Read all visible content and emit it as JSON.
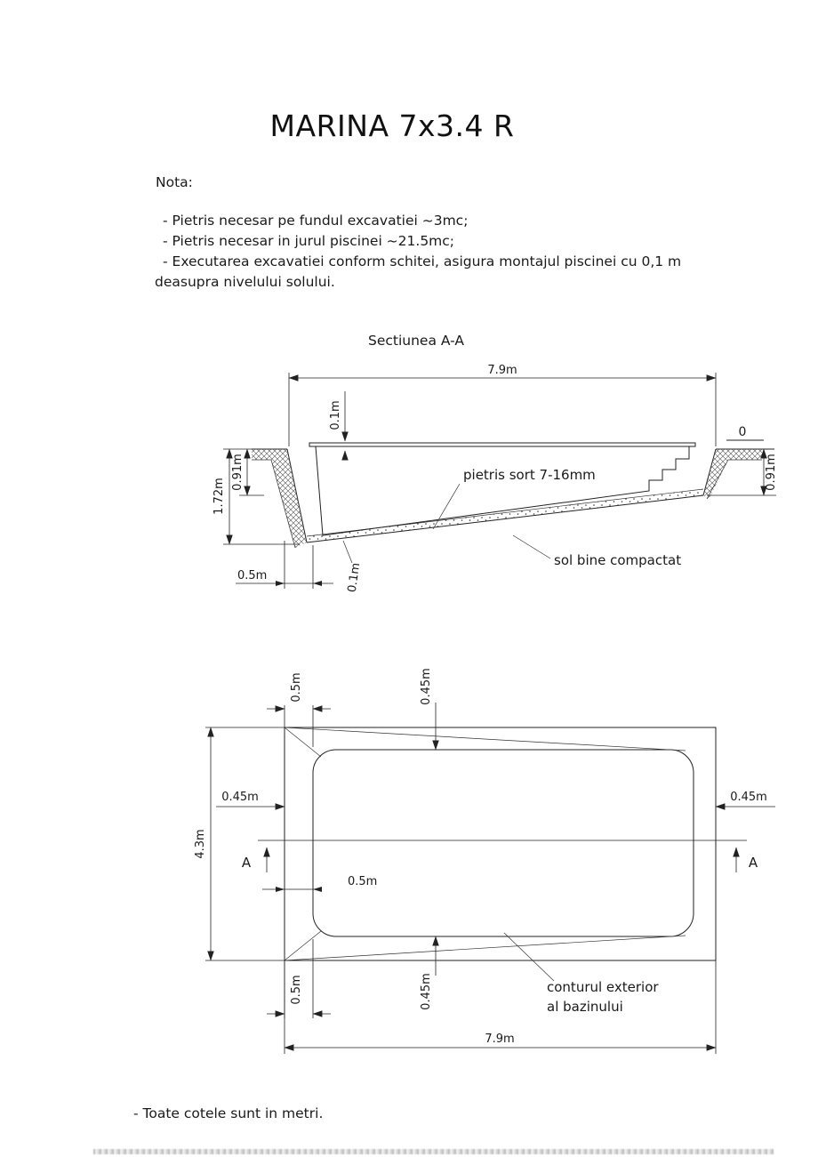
{
  "page": {
    "title": "MARINA 7x3.4 R",
    "footer_note": "- Toate cotele sunt in metri."
  },
  "notes": {
    "heading": "Nota:",
    "items": [
      "- Pietris necesar pe fundul excavatiei ~3mc;",
      "- Pietris necesar in jurul piscinei ~21.5mc;",
      "- Executarea excavatiei conform schitei, asigura montajul piscinei cu 0,1 m deasupra nivelului solului."
    ]
  },
  "section_view": {
    "heading": "Sectiunea A-A",
    "labels": {
      "width_total": "7.9m",
      "above_ground": "0.1m",
      "depth_shallow_left": "0.91m",
      "depth_total": "1.72m",
      "depth_shallow_right": "0.91m",
      "datum_zero": "0",
      "gravel": "pietris sort 7-16mm",
      "soil": "sol bine compactat",
      "offset_bottom": "0.5m",
      "gravel_thickness": "0.1m"
    }
  },
  "plan_view": {
    "labels": {
      "gap_left_top": "0.5m",
      "gap_top": "0.45m",
      "side_left": "0.45m",
      "side_right": "0.45m",
      "height_total": "4.3m",
      "section_marker_left": "A",
      "section_marker_right": "A",
      "gap_left_mid": "0.5m",
      "gap_left_bottom": "0.5m",
      "gap_bottom": "0.45m",
      "contour_line1": "conturul exterior",
      "contour_line2": "al bazinului",
      "width_total": "7.9m"
    }
  },
  "colors": {
    "line": "#222222",
    "text": "#1a1a1a",
    "background": "#ffffff"
  }
}
